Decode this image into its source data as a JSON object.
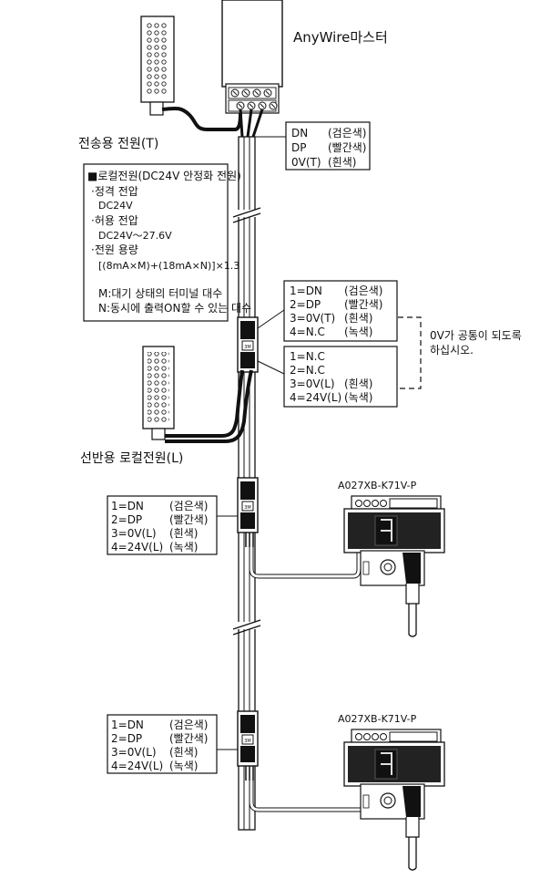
{
  "master": {
    "title": "AnyWire마스터",
    "signals": [
      {
        "name": "DN",
        "color": "(검은색)"
      },
      {
        "name": "DP",
        "color": "(빨간색)"
      },
      {
        "name": "0V(T)",
        "color": "(흰색)"
      }
    ]
  },
  "transmission_power": {
    "label": "전송용 전원(T)"
  },
  "panel_power": {
    "label": "선반용 로컬전원(L)"
  },
  "local_power_notes": {
    "title": "■로컬전원(DC24V 안정화 전원)",
    "rated_label": "·정격 전압",
    "rated_value": "DC24V",
    "allowed_label": "·허용 전압",
    "allowed_value": "DC24V～27.6V",
    "capacity_label": "·전원 용량",
    "capacity_formula": "[(8mA×M)+(18mA×N)]×1.3",
    "m_def": "M:대기 상태의 터미널 대수",
    "n_def": "N:동시에 출력ON할 수 있는 대수"
  },
  "junction_upper": [
    {
      "pin": "1=DN",
      "color": "(검은색)"
    },
    {
      "pin": "2=DP",
      "color": "(빨간색)"
    },
    {
      "pin": "3=0V(T)",
      "color": "(흰색)"
    },
    {
      "pin": "4=N.C",
      "color": "(녹색)"
    }
  ],
  "junction_lower": [
    {
      "pin": "1=N.C",
      "color": ""
    },
    {
      "pin": "2=N.C",
      "color": ""
    },
    {
      "pin": "3=0V(L)",
      "color": "(흰색)"
    },
    {
      "pin": "4=24V(L)",
      "color": "(녹색)"
    }
  ],
  "common_note": {
    "line1": "0V가 공통이 되도록",
    "line2": "하십시오."
  },
  "connector_mark": "3M",
  "terminal_1": {
    "model": "A027XB-K71V-P",
    "pins": [
      {
        "pin": "1=DN",
        "color": "(검은색)"
      },
      {
        "pin": "2=DP",
        "color": "(빨간색)"
      },
      {
        "pin": "3=0V(L)",
        "color": "(흰색)"
      },
      {
        "pin": "4=24V(L)",
        "color": "(녹색)"
      }
    ]
  },
  "terminal_2": {
    "model": "A027XB-K71V-P",
    "pins": [
      {
        "pin": "1=DN",
        "color": "(검은색)"
      },
      {
        "pin": "2=DP",
        "color": "(빨간색)"
      },
      {
        "pin": "3=0V(L)",
        "color": "(흰색)"
      },
      {
        "pin": "4=24V(L)",
        "color": "(녹색)"
      }
    ]
  }
}
